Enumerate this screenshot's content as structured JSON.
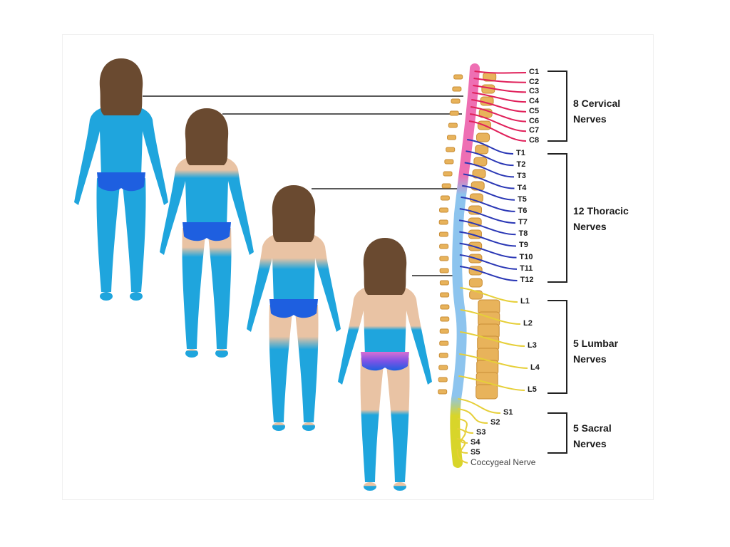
{
  "colors": {
    "skin": "#e9c3a4",
    "numb": "#1fa5dd",
    "pelvis": "#1e5fe0",
    "cervical": "#e0205a",
    "thoracic": "#2a37b5",
    "lumbar": "#e6cf38",
    "sacral": "#e6cf38",
    "cord_cervical": "#ee6fb3",
    "cord_thoracic": "#8dc4ee",
    "cord_lumbar": "#d8d52a",
    "vertebra": "#e8b35b",
    "hair": "#6a4a30"
  },
  "figures": [
    {
      "id": "figure-cervical-injury",
      "numb_from": "neck"
    },
    {
      "id": "figure-upper-thoracic-injury",
      "numb_from": "shoulders"
    },
    {
      "id": "figure-lower-thoracic-injury",
      "numb_from": "mid-back"
    },
    {
      "id": "figure-lumbar-injury",
      "numb_from": "hips"
    }
  ],
  "nerves": {
    "cervical": [
      "C1",
      "C2",
      "C3",
      "C4",
      "C5",
      "C6",
      "C7",
      "C8"
    ],
    "thoracic": [
      "T1",
      "T2",
      "T3",
      "T4",
      "T5",
      "T6",
      "T7",
      "T8",
      "T9",
      "T10",
      "T11",
      "T12"
    ],
    "lumbar": [
      "L1",
      "L2",
      "L3",
      "L4",
      "L5"
    ],
    "sacral": [
      "S1",
      "S2",
      "S3",
      "S4",
      "S5"
    ]
  },
  "groups": {
    "cervical": [
      "8 Cervical",
      "Nerves"
    ],
    "thoracic": [
      "12 Thoracic",
      "Nerves"
    ],
    "lumbar": [
      "5 Lumbar",
      "Nerves"
    ],
    "sacral": [
      "5 Sacral",
      "Nerves"
    ]
  },
  "coccygeal_label": "Coccygeal Nerve"
}
